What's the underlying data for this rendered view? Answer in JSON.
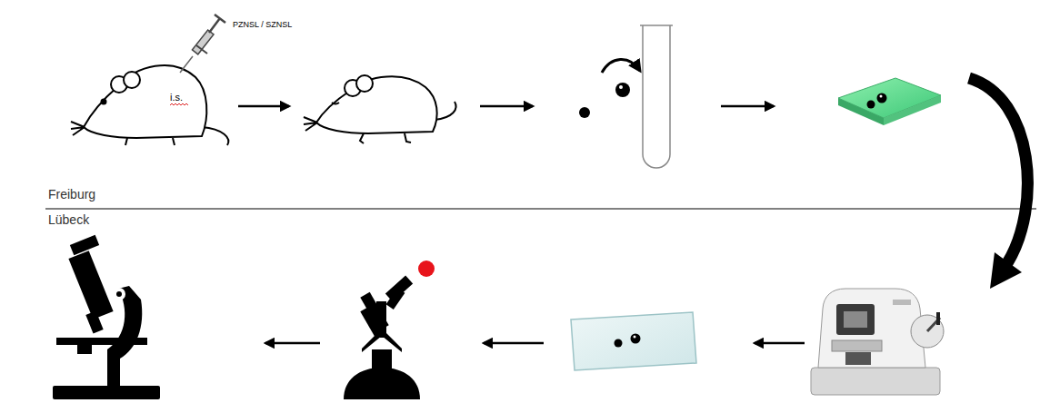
{
  "diagram": {
    "labels": [
      "PZNSL / SZNSL",
      "i.s.",
      "Freiburg",
      "Lübeck"
    ]
  }
}
